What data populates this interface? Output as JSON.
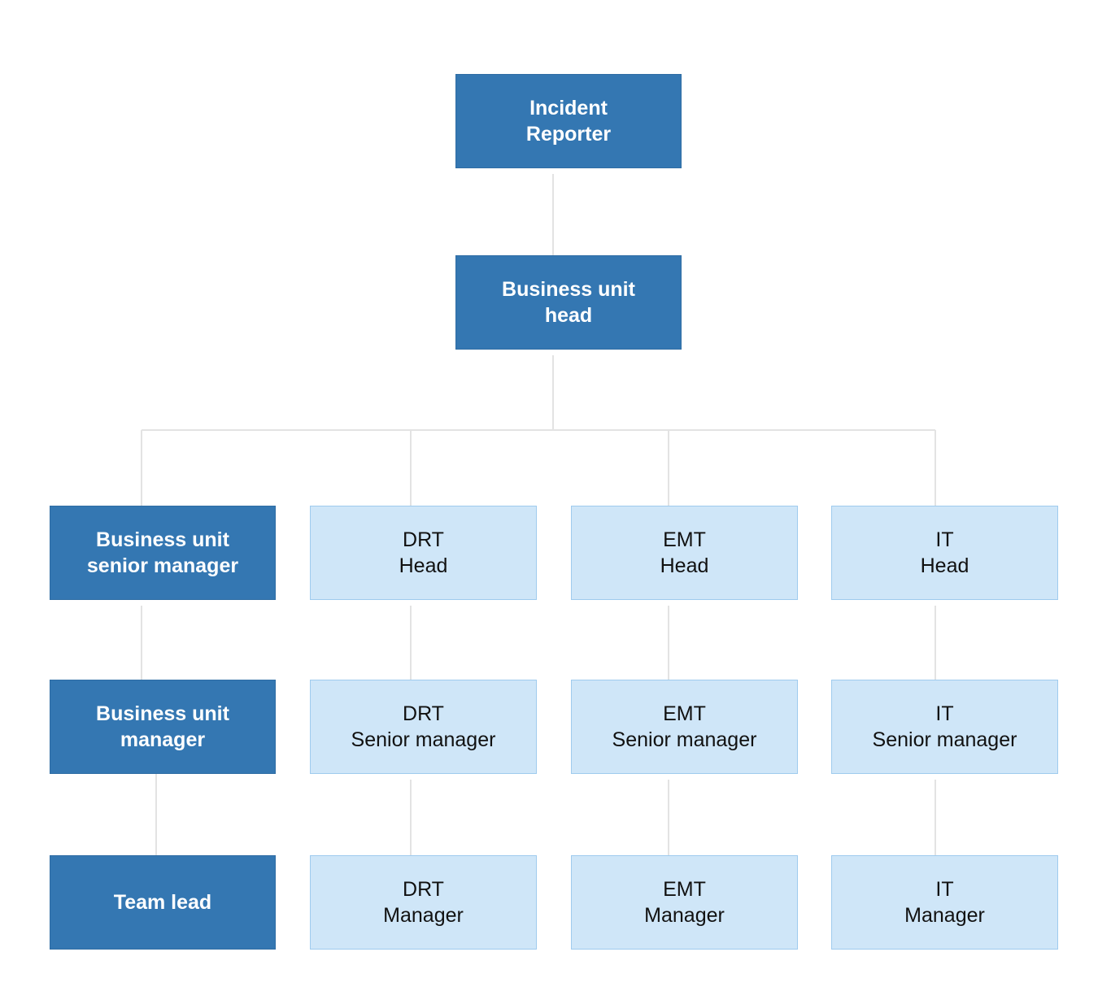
{
  "diagram": {
    "top": {
      "reporter": "Incident\nReporter",
      "bu_head": "Business unit\nhead"
    },
    "business_unit": {
      "senior_manager": "Business unit\nsenior manager",
      "manager": "Business unit\nmanager",
      "team_lead": "Team lead"
    },
    "drt": {
      "head": "DRT\nHead",
      "senior_manager": "DRT\nSenior manager",
      "manager": "DRT\nManager"
    },
    "emt": {
      "head": "EMT\nHead",
      "senior_manager": "EMT\nSenior manager",
      "manager": "EMT\nManager"
    },
    "it": {
      "head": "IT\nHead",
      "senior_manager": "IT\nSenior manager",
      "manager": "IT\nManager"
    }
  },
  "colors": {
    "dark_node": "#3477b2",
    "light_node": "#cfe6f8",
    "light_node_border": "#9fcbee",
    "connector": "#e3e3e3"
  }
}
